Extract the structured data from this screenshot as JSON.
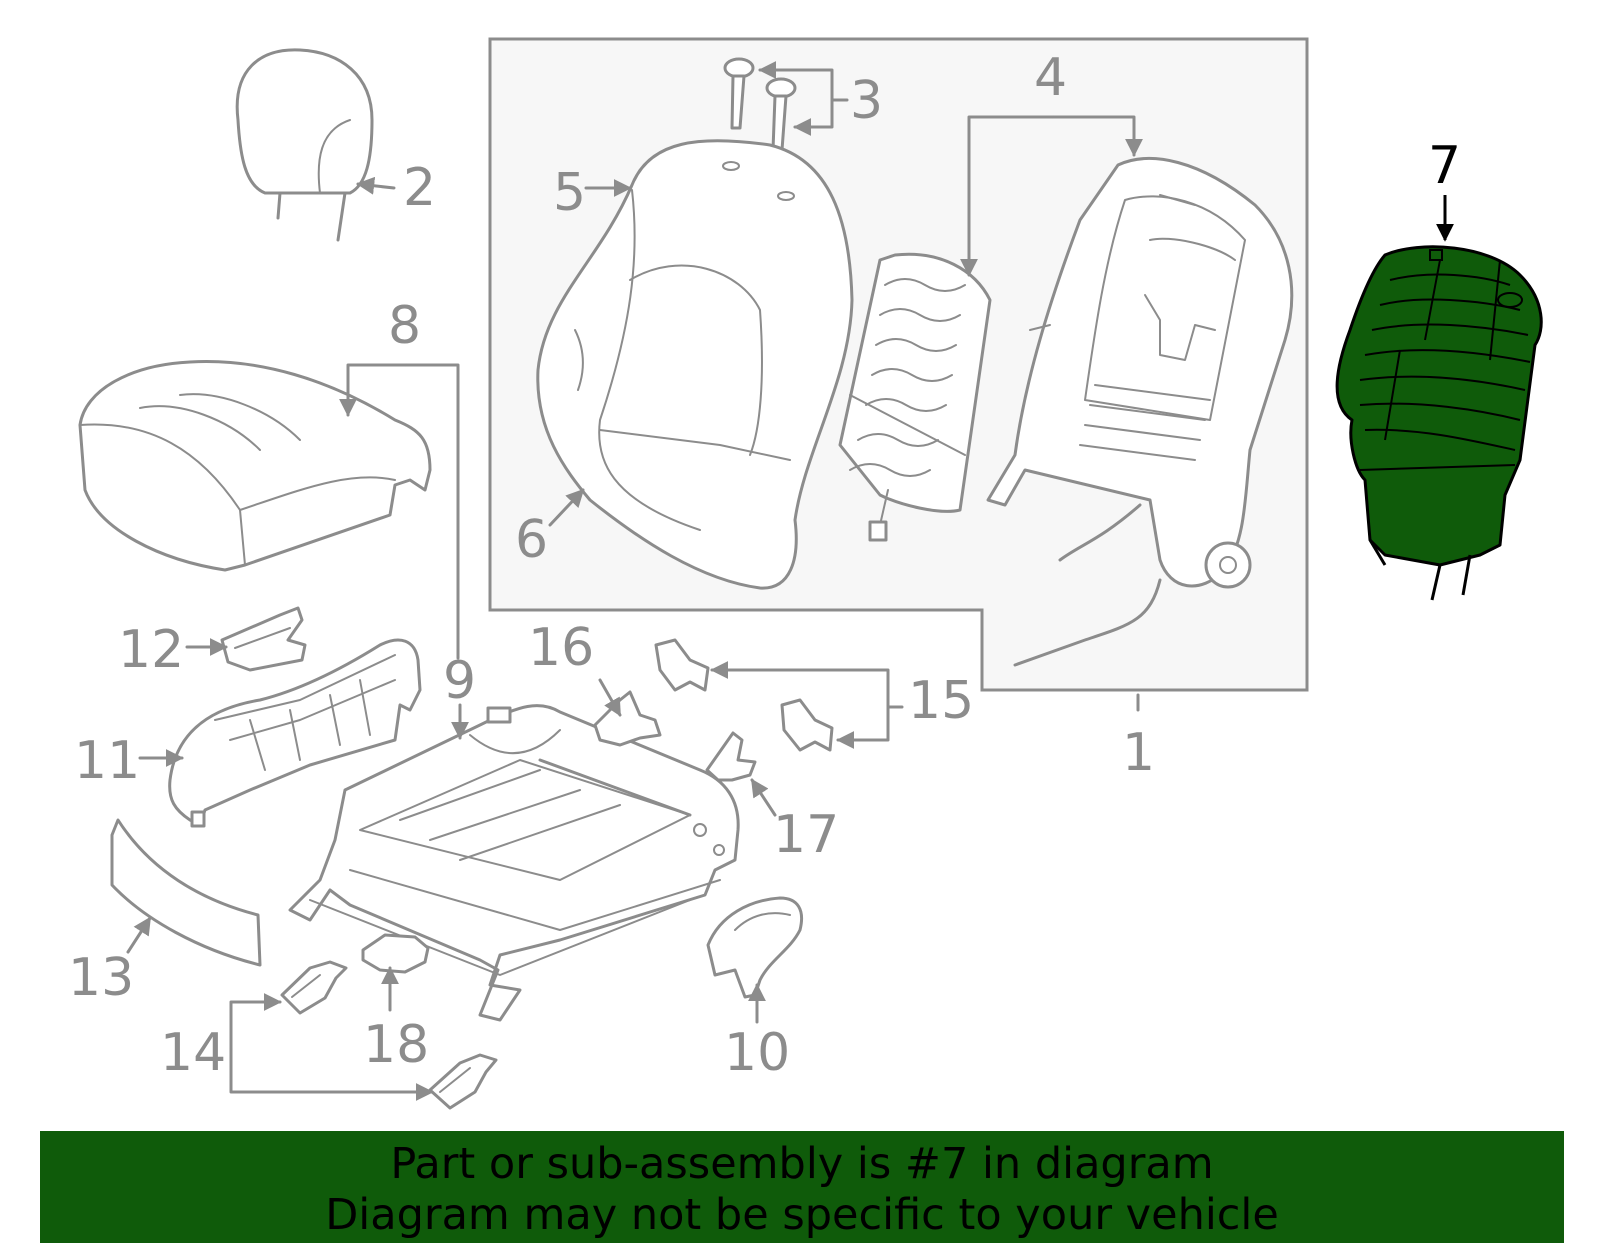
{
  "colors": {
    "line": "#8c8c8c",
    "highlight_fill": "#0f5b0a",
    "highlight_line": "#000000",
    "panel_bg": "#f7f7f7",
    "banner_bg": "#0f5b0a"
  },
  "callouts": {
    "c1": "1",
    "c2": "2",
    "c3": "3",
    "c4": "4",
    "c5": "5",
    "c6": "6",
    "c7": "7",
    "c8": "8",
    "c9": "9",
    "c10": "10",
    "c11": "11",
    "c12": "12",
    "c13": "13",
    "c14": "14",
    "c15": "15",
    "c16": "16",
    "c17": "17",
    "c18": "18"
  },
  "highlighted_part": "7",
  "banner": {
    "line1": "Part or sub-assembly is #7 in diagram",
    "line2": "Diagram may not be specific to your vehicle"
  }
}
